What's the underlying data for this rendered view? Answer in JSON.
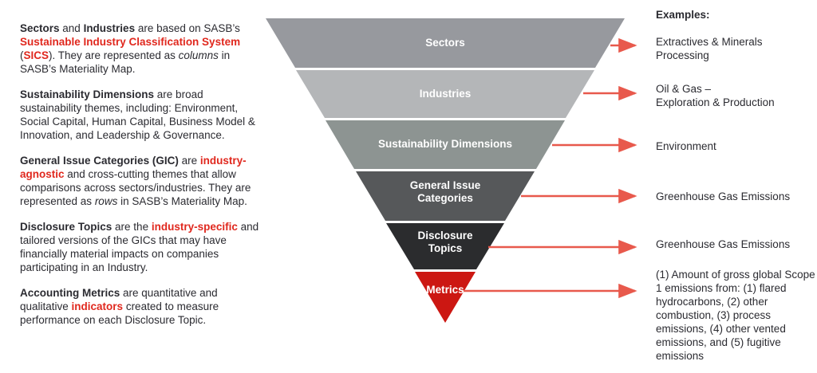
{
  "colors": {
    "accent_red_text": "#e0281e",
    "arrow": "#e8594c",
    "funnel_label": "#ffffff",
    "body_text": "#2b2b31"
  },
  "left_column": {
    "paragraphs": [
      {
        "segments": [
          {
            "t": "Sectors",
            "b": true
          },
          {
            "t": " and "
          },
          {
            "t": "Industries",
            "b": true
          },
          {
            "t": " are based on SASB’s "
          },
          {
            "t": "Sustainable Industry Classification System",
            "b": true,
            "red": true
          },
          {
            "t": " ("
          },
          {
            "t": "SICS",
            "b": true,
            "red": true
          },
          {
            "t": "). They are represented as "
          },
          {
            "t": "columns",
            "i": true
          },
          {
            "t": " in SASB’s Materiality Map."
          }
        ]
      },
      {
        "segments": [
          {
            "t": "Sustainability Dimensions",
            "b": true
          },
          {
            "t": " are broad sustainability themes, including: Environment, Social Capital, Human Capital, Business Model & Innovation, and Leadership & Governance."
          }
        ]
      },
      {
        "segments": [
          {
            "t": "General Issue Categories (GIC)",
            "b": true
          },
          {
            "t": " are "
          },
          {
            "t": "industry-agnostic",
            "b": true,
            "red": true
          },
          {
            "t": " and cross-cutting themes that allow comparisons across sectors/industries. They are represented as "
          },
          {
            "t": "rows",
            "i": true
          },
          {
            "t": " in SASB’s Materiality Map."
          }
        ]
      },
      {
        "segments": [
          {
            "t": "Disclosure Topics",
            "b": true
          },
          {
            "t": " are the "
          },
          {
            "t": "industry-specific",
            "b": true,
            "red": true
          },
          {
            "t": " and tailored versions of the GICs that may have financially material impacts on companies participating in an Industry."
          }
        ]
      },
      {
        "segments": [
          {
            "t": "Accounting Metrics",
            "b": true
          },
          {
            "t": " are quantitative and qualitative "
          },
          {
            "t": "indicators",
            "b": true,
            "red": true
          },
          {
            "t": " created to measure performance on each Disclosure Topic."
          }
        ]
      }
    ]
  },
  "funnel": {
    "levels": [
      {
        "label": "Sectors",
        "color": "#97999e"
      },
      {
        "label": "Industries",
        "color": "#b4b6b8"
      },
      {
        "label": "Sustainability Dimensions",
        "color": "#8d9492"
      },
      {
        "label": "General Issue\nCategories",
        "color": "#56585a"
      },
      {
        "label": "Disclosure\nTopics",
        "color": "#2b2c2e"
      },
      {
        "label": "Metrics",
        "color": "#cc1712"
      }
    ]
  },
  "right_column": {
    "heading": "Examples:",
    "examples": [
      {
        "text": "Extractives & Minerals\nProcessing"
      },
      {
        "text": "Oil & Gas –\nExploration & Production"
      },
      {
        "text": "Environment"
      },
      {
        "text": "Greenhouse Gas Emissions"
      },
      {
        "text": "Greenhouse Gas Emissions"
      },
      {
        "text": "(1) Amount of gross global Scope 1 emissions from: (1) flared hydrocarbons, (2) other combustion, (3) process emissions, (4) other vented emissions, and (5) fugitive emissions"
      }
    ]
  }
}
